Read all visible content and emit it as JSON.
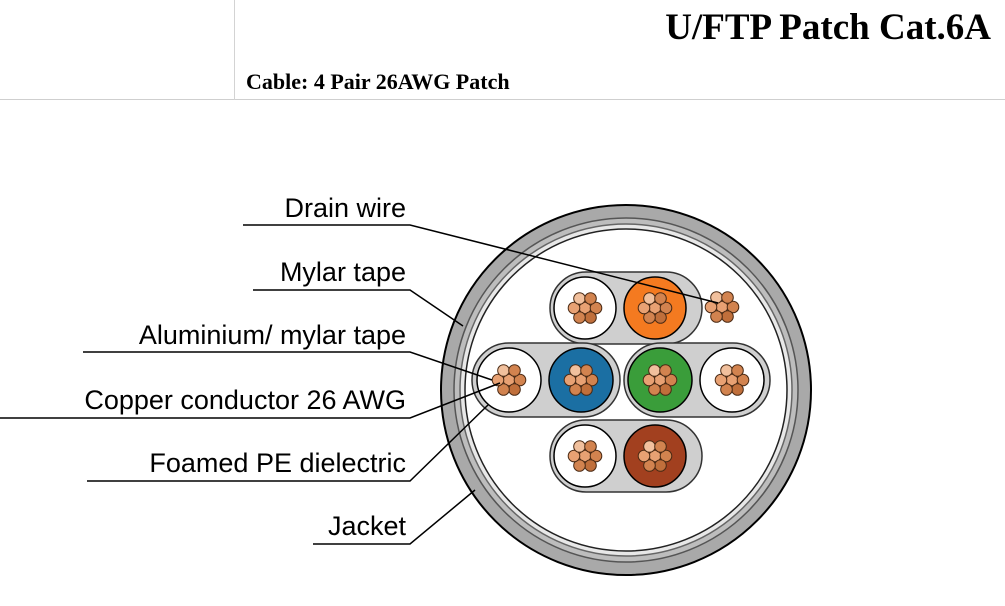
{
  "header": {
    "title": "U/FTP Patch Cat.6A",
    "subtitle": "Cable: 4 Pair 26AWG Patch"
  },
  "labels": [
    "Drain wire",
    "Mylar tape",
    "Aluminium/ mylar tape",
    "Copper conductor 26 AWG",
    "Foamed PE dielectric",
    "Jacket"
  ],
  "colors": {
    "jacket": "#a9a9a9",
    "shield": "#bdbdbd",
    "orange": "#f47a20",
    "blue": "#1b6fa3",
    "green": "#3a9d3a",
    "brown": "#a2401f",
    "white": "#ffffff",
    "copper": "#d2834f"
  }
}
